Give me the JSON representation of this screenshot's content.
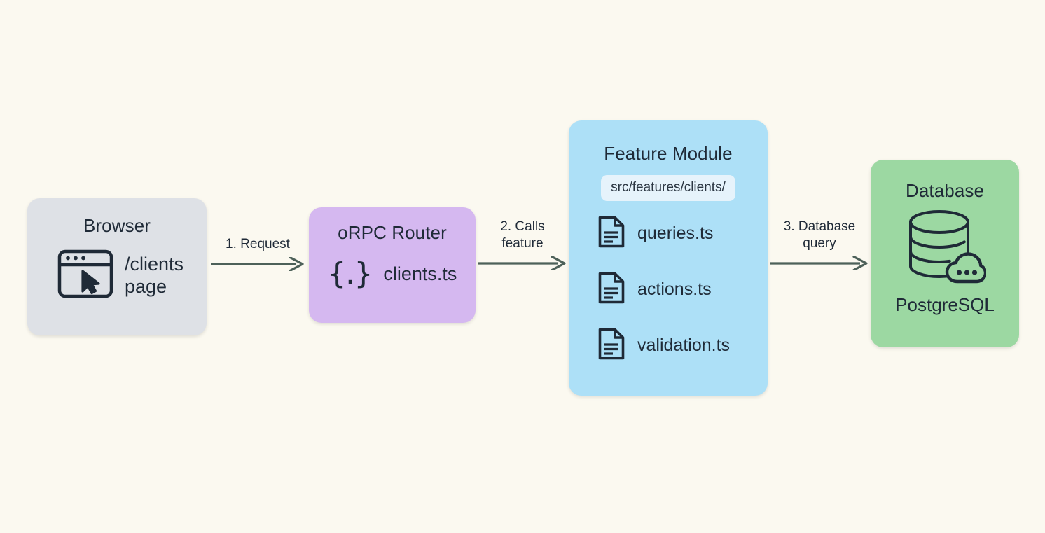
{
  "diagram": {
    "background_color": "#fbf9f0",
    "text_color": "#1f2a37",
    "arrow_color": "#4d6159",
    "nodes": [
      {
        "id": "browser",
        "title": "Browser",
        "label": "/clients\npage",
        "icon": "browser-window-cursor-icon",
        "color": "#dee1e6"
      },
      {
        "id": "router",
        "title": "oRPC Router",
        "file": "clients.ts",
        "icon": "curly-braces-icon",
        "icon_glyph": "{.}",
        "color": "#d5b8f0"
      },
      {
        "id": "feature",
        "title": "Feature Module",
        "path": "src/features/clients/",
        "color": "#ade0f7",
        "files": [
          {
            "name": "queries.ts",
            "icon": "file-document-icon"
          },
          {
            "name": "actions.ts",
            "icon": "file-document-icon"
          },
          {
            "name": "validation.ts",
            "icon": "file-document-icon"
          }
        ]
      },
      {
        "id": "database",
        "title": "Database",
        "engine": "PostgreSQL",
        "icon": "database-cloud-icon",
        "color": "#9cd8a2"
      }
    ],
    "arrows": [
      {
        "id": "arrow-1",
        "label": "1. Request",
        "from": "browser",
        "to": "router"
      },
      {
        "id": "arrow-2",
        "label": "2. Calls\nfeature",
        "from": "router",
        "to": "feature"
      },
      {
        "id": "arrow-3",
        "label": "3. Database\nquery",
        "from": "feature",
        "to": "database"
      }
    ]
  }
}
